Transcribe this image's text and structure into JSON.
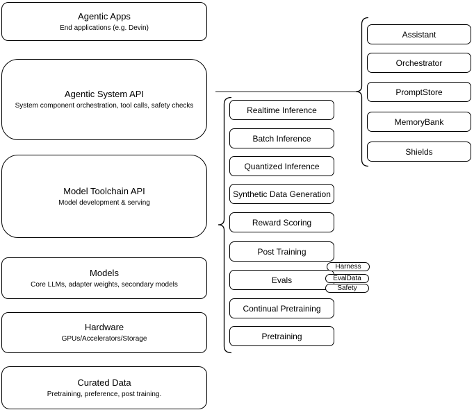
{
  "diagram": {
    "left_column": {
      "boxes": [
        {
          "title": "Agentic Apps",
          "subtitle": "End applications (e.g. Devin)"
        },
        {
          "title": "Agentic System API",
          "subtitle": "System component orchestration, tool calls, safety checks"
        },
        {
          "title": "Model Toolchain API",
          "subtitle": "Model development & serving"
        },
        {
          "title": "Models",
          "subtitle": "Core LLMs, adapter weights, secondary models"
        },
        {
          "title": "Hardware",
          "subtitle": "GPUs/Accelerators/Storage"
        },
        {
          "title": "Curated Data",
          "subtitle": "Pretraining, preference, post training."
        }
      ]
    },
    "middle_column": {
      "boxes": [
        {
          "label": "Realtime Inference"
        },
        {
          "label": "Batch Inference"
        },
        {
          "label": "Quantized Inference"
        },
        {
          "label": "Synthetic Data Generation"
        },
        {
          "label": "Reward Scoring"
        },
        {
          "label": "Post Training"
        },
        {
          "label": "Evals"
        },
        {
          "label": "Continual Pretraining"
        },
        {
          "label": "Pretraining"
        }
      ],
      "eval_tags": [
        {
          "label": "Harness"
        },
        {
          "label": "EvalData"
        },
        {
          "label": "Safety"
        }
      ]
    },
    "right_column": {
      "boxes": [
        {
          "label": "Assistant"
        },
        {
          "label": "Orchestrator"
        },
        {
          "label": "PromptStore"
        },
        {
          "label": "MemoryBank"
        },
        {
          "label": "Shields"
        }
      ]
    },
    "colors": {
      "background": "#ffffff",
      "box_fill": "#ffffff",
      "box_border": "#000000",
      "connector": "#4d4d4d"
    }
  }
}
